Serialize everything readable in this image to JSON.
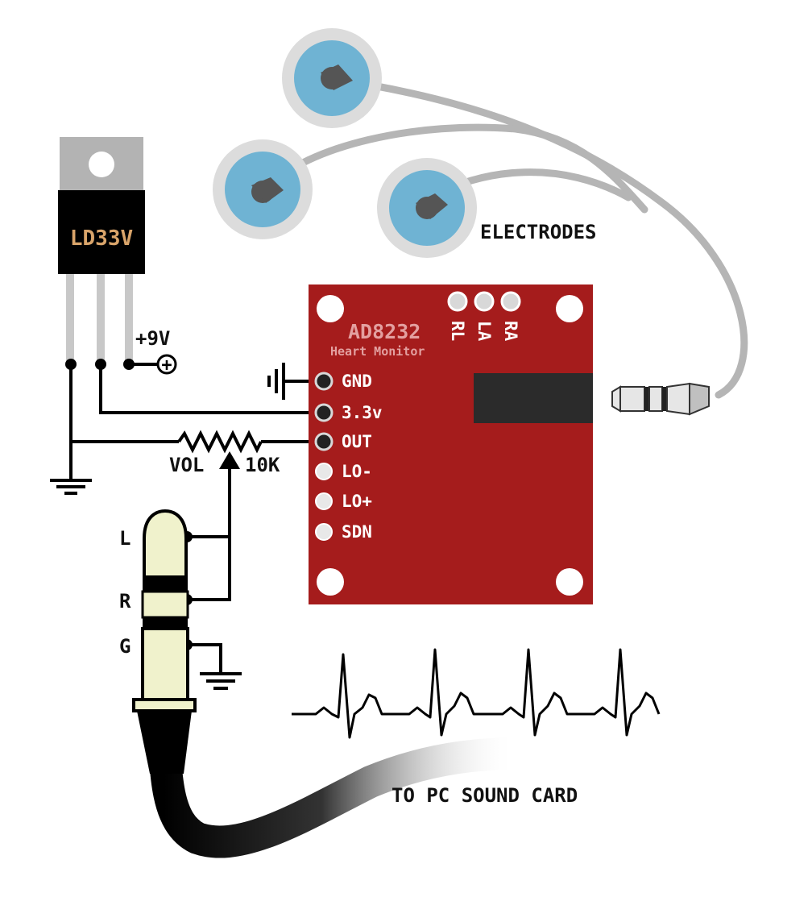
{
  "regulator": {
    "label": "LD33V"
  },
  "supply": {
    "label": "+9V",
    "symbol": "+"
  },
  "board": {
    "title": "AD8232",
    "subtitle": "Heart Monitor",
    "top_pins": [
      "RL",
      "LA",
      "RA"
    ],
    "side_pins": [
      "GND",
      "3.3v",
      "OUT",
      "LO-",
      "LO+",
      "SDN"
    ]
  },
  "potentiometer": {
    "left_label": "VOL",
    "right_label": "10K"
  },
  "plug": {
    "contacts": [
      "L",
      "R",
      "G"
    ]
  },
  "labels": {
    "electrodes": "ELECTRODES",
    "sound_card": "TO PC SOUND CARD"
  },
  "colors": {
    "board_red": "#a51c1c",
    "electrode_blue": "#6fb3d3",
    "regulator_label": "#d9a46a",
    "plug_cream": "#f0f2cc"
  }
}
